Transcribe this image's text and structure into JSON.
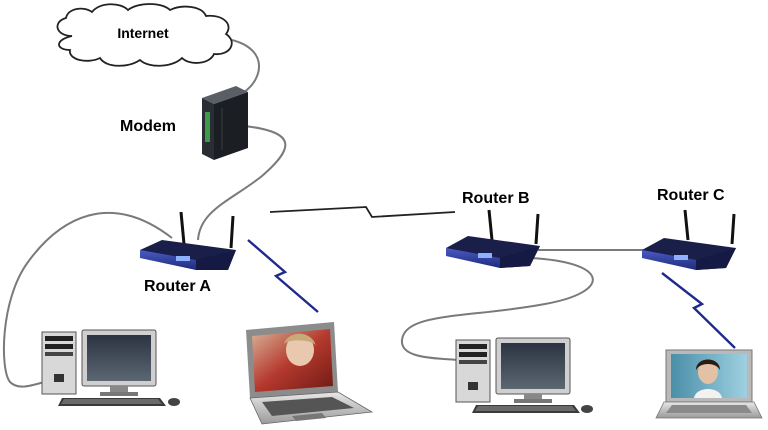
{
  "labels": {
    "internet": "Internet",
    "modem": "Modem",
    "router_a": "Router A",
    "router_b": "Router B",
    "router_c": "Router C"
  },
  "colors": {
    "wireless_link": "#1f2a8c",
    "cable": "#7a7a7a",
    "router_body": "#2b3a9c"
  },
  "icons": {
    "cloud": "internet-cloud-icon",
    "modem": "modem-icon",
    "router": "wireless-router-icon",
    "desktop": "desktop-computer-icon",
    "laptop": "laptop-icon"
  }
}
